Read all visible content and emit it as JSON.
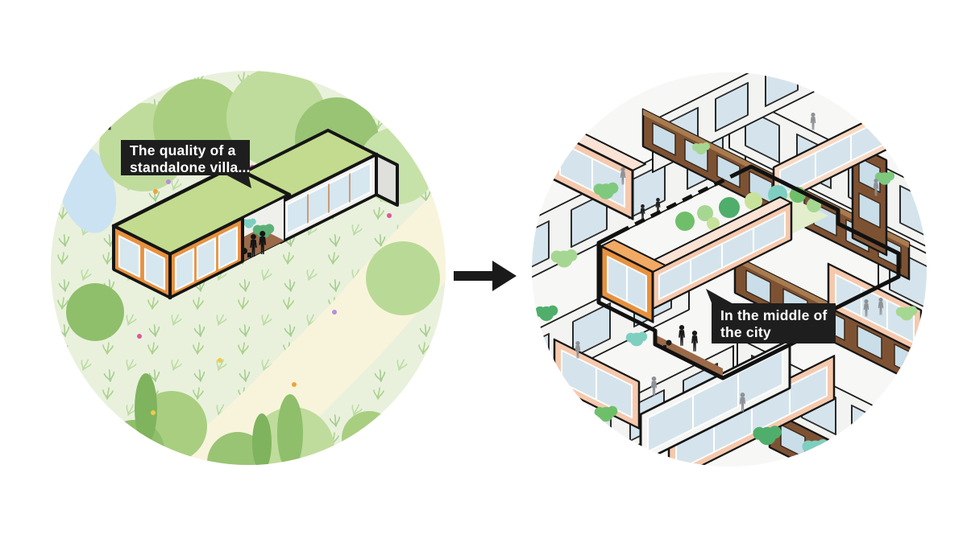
{
  "page": {
    "background": "#FFFFFF",
    "kind": "architectural concept diagram"
  },
  "left_panel": {
    "name": "standalone-villa-scene",
    "caption": "The quality of a standalone villa...",
    "caption_line1": "The quality of a",
    "caption_line2": "standalone villa...",
    "caption_bg": "#1E1E1E",
    "caption_color": "#FFFFFF"
  },
  "arrow": {
    "icon": "arrow-right-icon",
    "color": "#1A1A1A"
  },
  "right_panel": {
    "name": "city-building-scene",
    "caption": "In the middle of the city",
    "caption_line1": "In the middle of",
    "caption_line2": "the city",
    "caption_bg": "#1E1E1E",
    "caption_color": "#FFFFFF"
  },
  "palette": {
    "landscape_green": "#E9F1DC",
    "roof_green": "#C3DB8E",
    "villa_orange": "#E8913F",
    "building_salmon": "#F5C9AE",
    "building_brown": "#7D5233",
    "window_blue": "#D5E4EC",
    "pond_blue": "#CBE2F2",
    "path_cream": "#F8F4DC",
    "highlight_outline": "#111111"
  }
}
